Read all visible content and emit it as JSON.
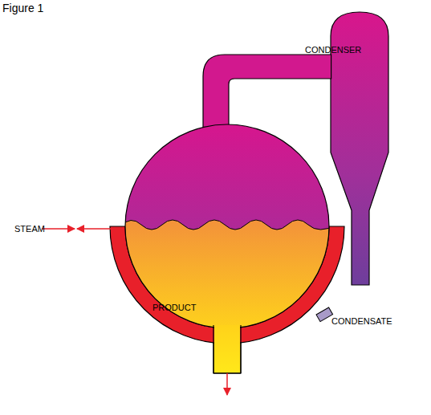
{
  "diagram": {
    "title": "Figure 1",
    "labels": [
      "CONDENSER",
      "STEAM",
      "PRODUCT",
      "CONDENSATE"
    ]
  }
}
